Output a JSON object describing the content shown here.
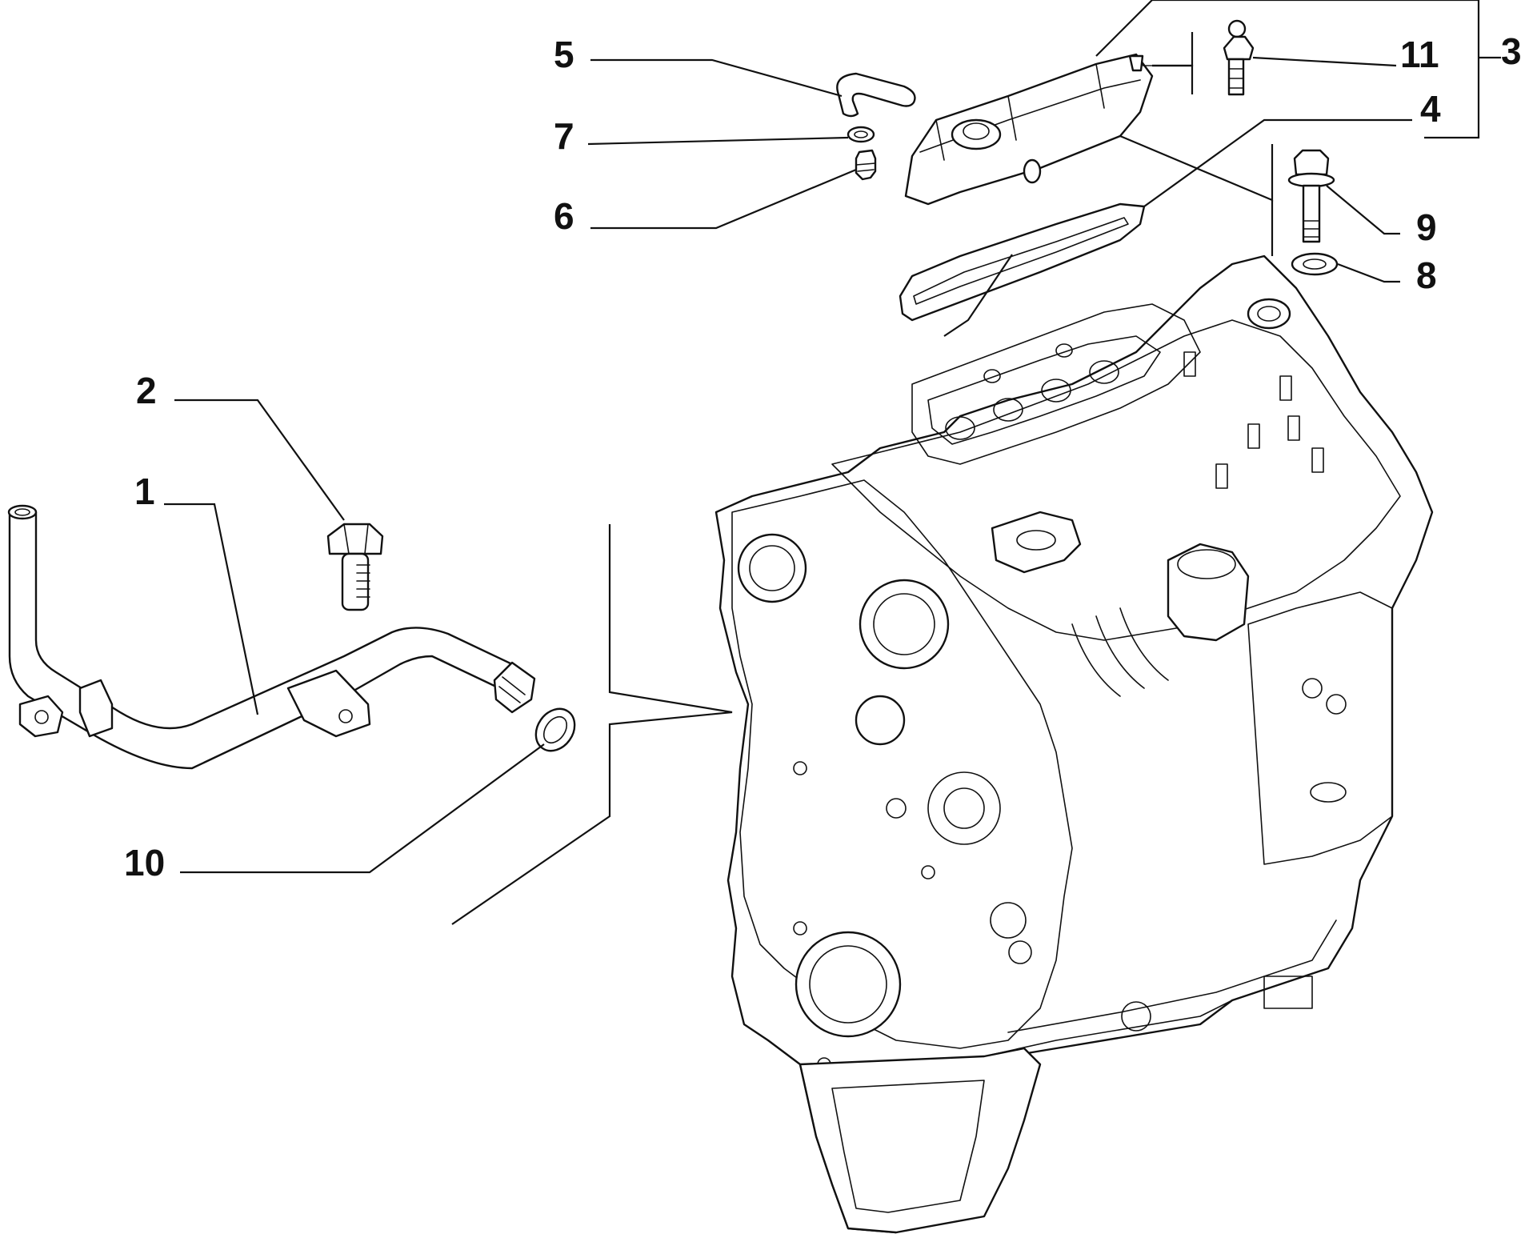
{
  "diagram": {
    "callouts": [
      {
        "id": "1",
        "label": "1"
      },
      {
        "id": "2",
        "label": "2"
      },
      {
        "id": "3",
        "label": "3"
      },
      {
        "id": "4",
        "label": "4"
      },
      {
        "id": "5",
        "label": "5"
      },
      {
        "id": "6",
        "label": "6"
      },
      {
        "id": "7",
        "label": "7"
      },
      {
        "id": "8",
        "label": "8"
      },
      {
        "id": "9",
        "label": "9"
      },
      {
        "id": "10",
        "label": "10"
      },
      {
        "id": "11",
        "label": "11"
      }
    ],
    "line_color": "#111111",
    "background": "#ffffff"
  }
}
